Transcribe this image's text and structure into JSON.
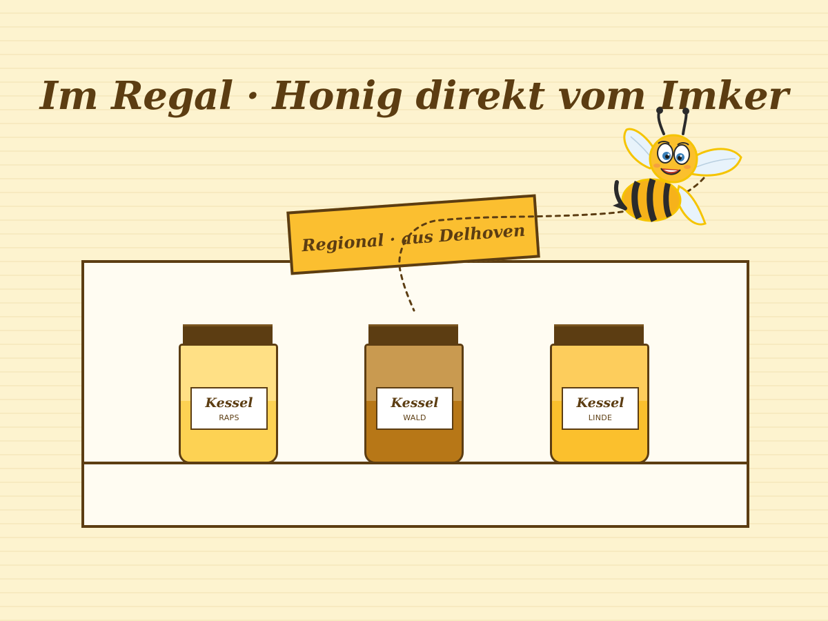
{
  "headline": "Im Regal · Honig direkt vom Imker",
  "tag": {
    "text": "Regional · aus Delhoven"
  },
  "jars": [
    {
      "brand": "Kessel",
      "variety": "RAPS",
      "color": "#fdd253",
      "highlight": "#ffe085"
    },
    {
      "brand": "Kessel",
      "variety": "WALD",
      "color": "#b77717",
      "highlight": "#c99a50"
    },
    {
      "brand": "Kessel",
      "variety": "LINDE",
      "color": "#fbc02d",
      "highlight": "#fdcd5c"
    }
  ],
  "mascot": {
    "icon": "bee-icon"
  },
  "colors": {
    "outline": "#5c3d12",
    "background": "#fdf3cf",
    "shelf": "#fffcf2",
    "tag": "#fbbf30"
  }
}
